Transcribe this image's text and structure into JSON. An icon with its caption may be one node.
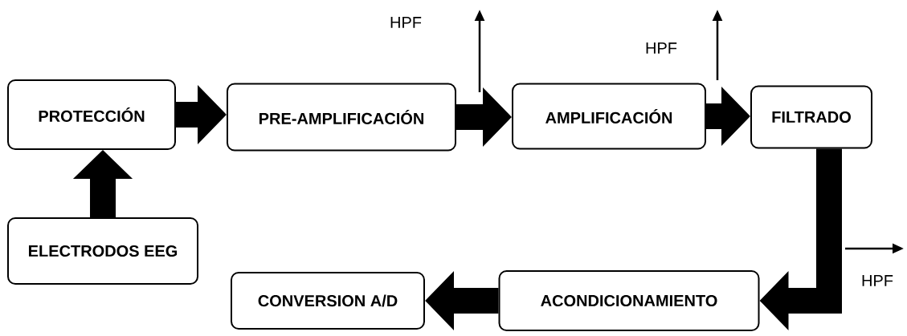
{
  "diagram": {
    "nodes": [
      {
        "text": [
          "PROTECCIÓN"
        ]
      },
      {
        "text": [
          "PRE-AMPLIFICACIÓN"
        ]
      },
      {
        "text": [
          "AMPLIFICACIÓN"
        ]
      },
      {
        "text": [
          "FILTRADO"
        ]
      },
      {
        "text": [
          "ELECTRODOS EEG"
        ]
      },
      {
        "text": [
          "CONVERSION A/D"
        ]
      },
      {
        "text": [
          "ACONDICIONAMIENTO"
        ]
      }
    ],
    "edges": [
      {
        "from": 4,
        "to": 0,
        "arrow": "to"
      },
      {
        "from": 0,
        "to": 1,
        "arrow": "to"
      },
      {
        "from": 1,
        "to": 2,
        "arrow": "to"
      },
      {
        "from": 2,
        "to": 3,
        "arrow": "to"
      },
      {
        "from": 3,
        "to": 6,
        "arrow": "to"
      },
      {
        "from": 6,
        "to": 5,
        "arrow": "to"
      }
    ],
    "labels": [
      "HPF",
      "HPF",
      "HPF"
    ]
  }
}
